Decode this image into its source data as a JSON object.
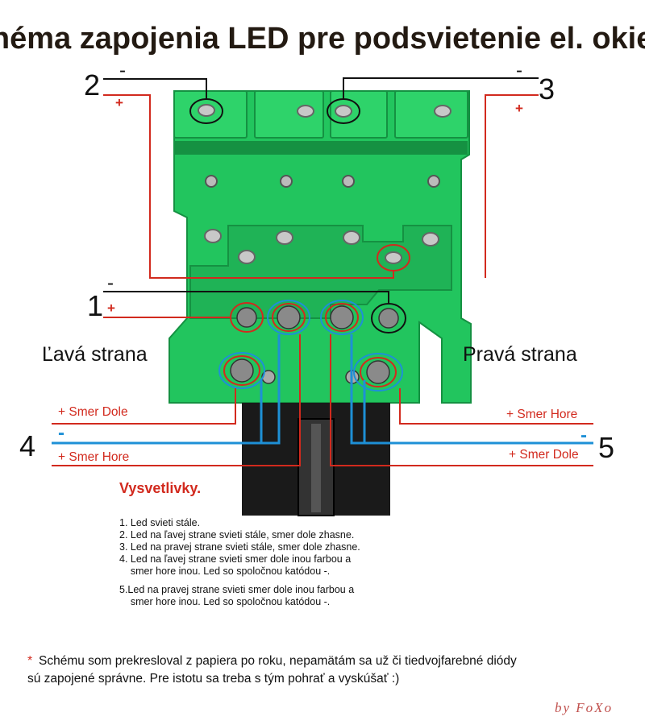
{
  "title": "Schéma zapojenia LED pre podsvietenie el. okien",
  "connections": [
    {
      "number": "1",
      "minus": "-",
      "plus": "+"
    },
    {
      "number": "2",
      "minus": "-",
      "plus": "+"
    },
    {
      "number": "3",
      "minus": "-",
      "plus": "+"
    },
    {
      "number": "4",
      "minus": "-",
      "plus_down": "+ Smer Dole",
      "plus_up": "+ Smer Hore"
    },
    {
      "number": "5",
      "minus": "-",
      "plus_up": "+ Smer Hore",
      "plus_down": "+ Smer Dole"
    }
  ],
  "sides": {
    "left": "Ľavá strana",
    "right": "Pravá strana"
  },
  "legend": {
    "title": "Vysvetlivky.",
    "lines": [
      "1. Led svieti stále.",
      "2. Led na ľavej strane svieti stále, smer dole zhasne.",
      "3. Led na pravej strane svieti stále, smer dole zhasne.",
      "4. Led na ľavej strane svieti smer dole inou farbou a",
      "    smer hore inou. Led so spoločnou katódou -.",
      "5.Led na pravej strane svieti smer dole inou farbou a",
      "    smer hore inou. Led so spoločnou katódou -."
    ]
  },
  "footnote": {
    "star": "*",
    "line1": "Schému som prekresloval z papiera po roku, nepamätám sa už či tiedvojfarebné diódy",
    "line2": "sú zapojené správne. Pre istotu sa treba s tým pohrať a vyskúšať :)"
  },
  "signature": "by FoXo",
  "colors": {
    "pcb": "#22c55e",
    "pcb_dark": "#159142",
    "wire_plus": "#d22a1e",
    "wire_minus": "#111111",
    "wire_common": "#1e90d6",
    "connector": "#1a1a1a"
  }
}
